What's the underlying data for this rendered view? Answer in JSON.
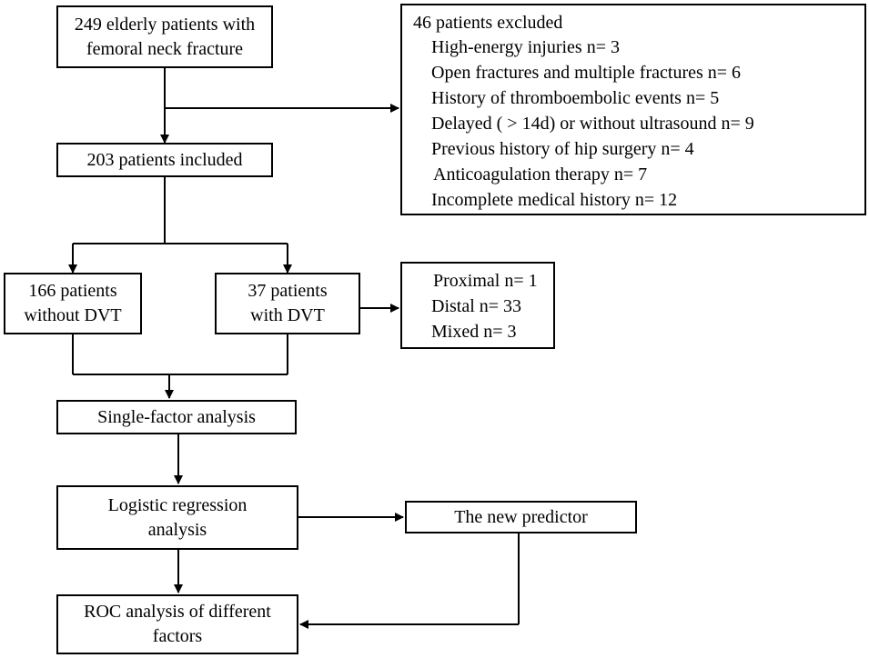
{
  "nodes": {
    "start": {
      "lines": [
        "249 elderly patients with",
        "femoral neck fracture"
      ]
    },
    "excluded": {
      "title": "46 patients excluded",
      "items": [
        "High-energy injuries n= 3",
        "Open fractures and multiple fractures n= 6",
        "History of thromboembolic events n= 5",
        "Delayed ( > 14d) or without ultrasound n= 9",
        "Previous history of hip surgery n= 4",
        "Anticoagulation therapy n=  7",
        "Incomplete medical history n= 12"
      ]
    },
    "included": {
      "lines": [
        "203 patients included"
      ]
    },
    "without_dvt": {
      "lines": [
        "166 patients",
        "without DVT"
      ]
    },
    "with_dvt": {
      "lines": [
        "37 patients",
        "with DVT"
      ]
    },
    "dvt_types": {
      "items": [
        "Proximal n= 1",
        "Distal n= 33",
        "Mixed n= 3"
      ]
    },
    "single_factor": {
      "lines": [
        "Single-factor analysis"
      ]
    },
    "logistic": {
      "lines": [
        "Logistic regression",
        "analysis"
      ]
    },
    "predictor": {
      "lines": [
        "The new predictor"
      ]
    },
    "roc": {
      "lines": [
        "ROC analysis of different",
        "factors"
      ]
    }
  },
  "colors": {
    "stroke": "#000000",
    "background": "#ffffff"
  }
}
